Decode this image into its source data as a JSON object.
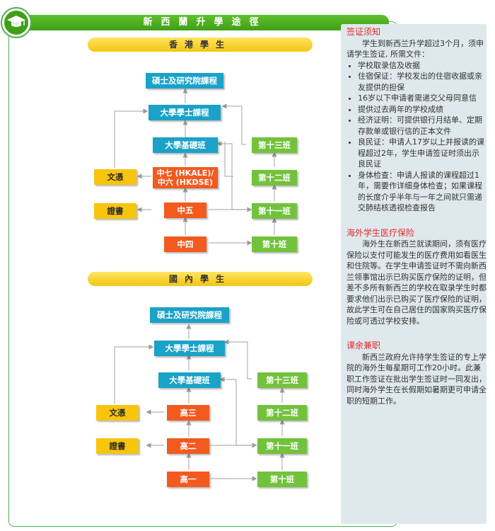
{
  "title": "新西蘭升學途徑",
  "hk": {
    "heading": "香港學生",
    "masters": "碩士及研究院課程",
    "bachelor": "大學學士課程",
    "foundation": "大學基礎班",
    "f7": "中七 (HKALE)/\n中六 (HKDSE)",
    "f5": "中五",
    "f4": "中四",
    "diploma": "文憑",
    "certificate": "證書",
    "y13": "第十三班",
    "y12": "第十二班",
    "y11": "第十一班",
    "y10": "第十班"
  },
  "cn": {
    "heading": "國內學生",
    "masters": "碩士及研究院課程",
    "bachelor": "大學學士課程",
    "foundation": "大學基礎班",
    "g3": "高三",
    "g2": "高二",
    "g1": "高一",
    "diploma": "文憑",
    "certificate": "證書",
    "y13": "第十三班",
    "y12": "第十二班",
    "y11": "第十一班",
    "y10": "第十班"
  },
  "info": {
    "visa_title": "签证须知",
    "visa_intro": "学生到新西兰升学超过3个月，须申请学生签证, 所需文件：",
    "visa_items": [
      "学校取录信及收据",
      "住宿保证：学校发出的住宿收据或亲友提供的担保",
      "16岁以下申请者需递交父母同意信",
      "提供过去两年的学校成绩",
      "经济证明：可提供银行月结单、定期存款单或银行信的正本文件",
      "良民证：申请人17岁以上并报读的课程超过2年，学生申请签证时须出示良民证",
      "身体检查：申请人报读的课程超过1年，需要作详细身体检查；如果课程的长度介乎半年与一年之间就只需递交肺结核透视检查报告"
    ],
    "insurance_title": "海外学生医疗保险",
    "insurance_text": "海外生在新西兰就读期间，须有医疗保险以支付可能发生的医疗费用如看医生和住院等。在学生申请签证时不需向新西兰领事馆出示已购买医疗保险的证明，但差不多所有新西兰的学校在取录学生时都要求他们出示已购买了医疗保险的证明，故此学生可在自己居住的国家购买医疗保险或可透过学校安排。",
    "parttime_title": "课余兼职",
    "parttime_text": "新西兰政府允许持学生签证的专上学院的海外生每星期可工作20小时。此兼职工作签证在批出学生签证时一同发出，同时海外学生在长假期如暑期更可申请全职的短期工作。"
  }
}
